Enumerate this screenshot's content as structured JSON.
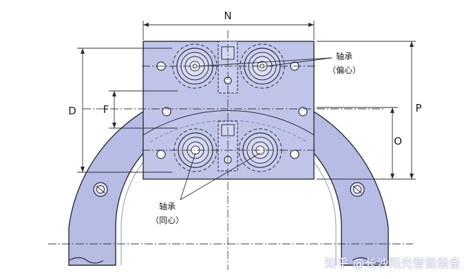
{
  "labels": {
    "N": "N",
    "P": "P",
    "D": "D",
    "F": "F",
    "O": "O",
    "bearing_eccentric_line1": "轴承",
    "bearing_eccentric_line2": "（偏心）",
    "bearing_concentric_line1": "轴承",
    "bearing_concentric_line2": "（同心）"
  },
  "watermark": "知乎 @长沙阳光智能装备",
  "colors": {
    "part_fill": "#b6bce4",
    "plate_fill": "#bfc4e8",
    "outline": "#2a2a36",
    "dim_line": "#2a2a36",
    "center_line": "#3a3a46"
  }
}
